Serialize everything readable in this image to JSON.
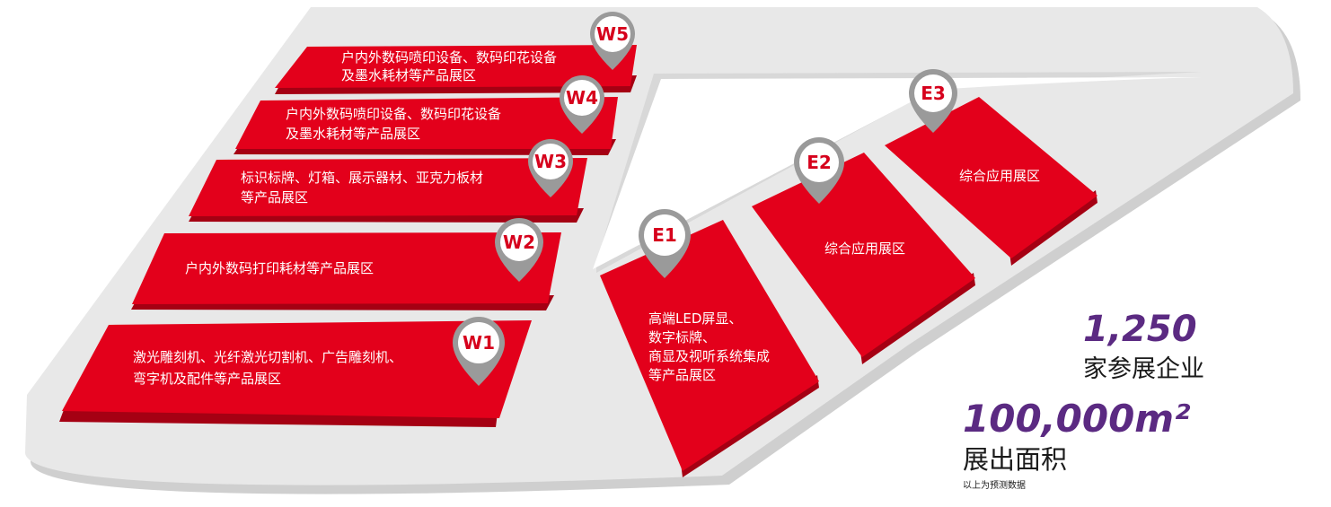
{
  "halls": [
    {
      "id": "W5",
      "lines": [
        "户内外数码喷印设备、数码印花设备",
        "及墨水耗材等产品展区"
      ]
    },
    {
      "id": "W4",
      "lines": [
        "户内外数码喷印设备、数码印花设备",
        "及墨水耗材等产品展区"
      ]
    },
    {
      "id": "W3",
      "lines": [
        "标识标牌、灯箱、展示器材、亚克力板材",
        "等产品展区"
      ]
    },
    {
      "id": "W2",
      "lines": [
        "户内外数码打印耗材等产品展区"
      ]
    },
    {
      "id": "W1",
      "lines": [
        "激光雕刻机、光纤激光切割机、广告雕刻机、",
        "弯字机及配件等产品展区"
      ]
    },
    {
      "id": "E1",
      "lines": [
        "高端LED屏显、",
        "数字标牌、",
        "商显及视听系统集成",
        "等产品展区"
      ]
    },
    {
      "id": "E2",
      "lines": [
        "综合应用展区"
      ]
    },
    {
      "id": "E3",
      "lines": [
        "综合应用展区"
      ]
    }
  ],
  "stats": {
    "exhibitors_value": "1,250",
    "exhibitors_label": "家参展企业",
    "area_value": "100,000m²",
    "area_label": "展出面积",
    "note": "以上为预测数据"
  },
  "colors": {
    "hall_red": "#e3001b",
    "hall_red_dark": "#a50013",
    "floor_gray": "#e8e8e8",
    "pin_gray": "#9a9a9a",
    "stat_purple": "#5b2a82"
  }
}
